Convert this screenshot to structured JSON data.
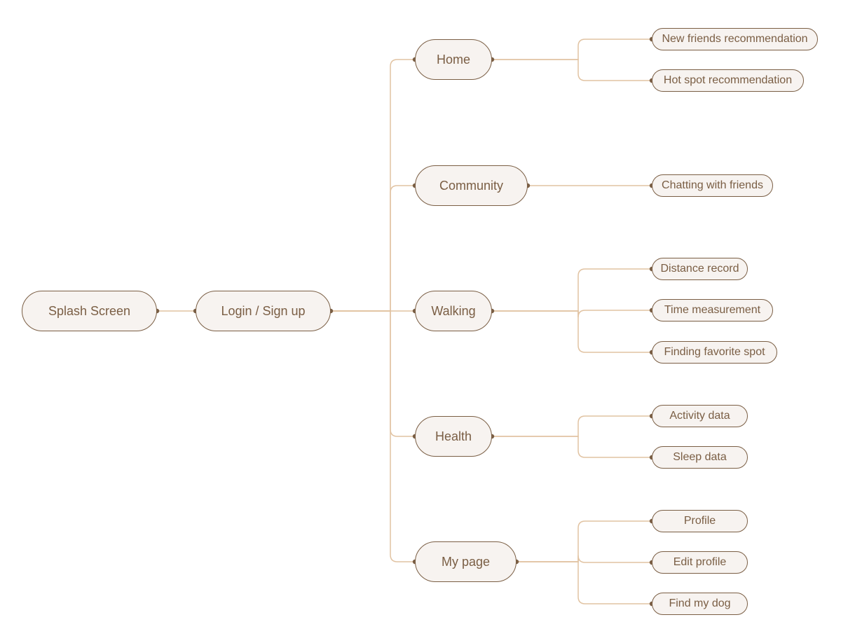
{
  "colors": {
    "node_fill": "#f7f3f0",
    "node_border": "#7a5e44",
    "node_text": "#7a5e44",
    "connector": "#e1c3a2",
    "dot": "#7a5e44",
    "background": "#ffffff"
  },
  "nodes": {
    "splash": "Splash Screen",
    "login": "Login / Sign up",
    "home": "Home",
    "community": "Community",
    "walking": "Walking",
    "health": "Health",
    "mypage": "My page",
    "new_friends": "New friends recommendation",
    "hot_spot": "Hot spot recommendation",
    "chatting": "Chatting with friends",
    "distance": "Distance record",
    "time": "Time measurement",
    "favorite_spot": "Finding favorite spot",
    "activity": "Activity data",
    "sleep": "Sleep data",
    "profile": "Profile",
    "edit_profile": "Edit profile",
    "find_dog": "Find my dog"
  },
  "edges": [
    [
      "splash",
      "login"
    ],
    [
      "login",
      "home"
    ],
    [
      "login",
      "community"
    ],
    [
      "login",
      "walking"
    ],
    [
      "login",
      "health"
    ],
    [
      "login",
      "mypage"
    ],
    [
      "home",
      "new_friends"
    ],
    [
      "home",
      "hot_spot"
    ],
    [
      "community",
      "chatting"
    ],
    [
      "walking",
      "distance"
    ],
    [
      "walking",
      "time"
    ],
    [
      "walking",
      "favorite_spot"
    ],
    [
      "health",
      "activity"
    ],
    [
      "health",
      "sleep"
    ],
    [
      "mypage",
      "profile"
    ],
    [
      "mypage",
      "edit_profile"
    ],
    [
      "mypage",
      "find_dog"
    ]
  ]
}
